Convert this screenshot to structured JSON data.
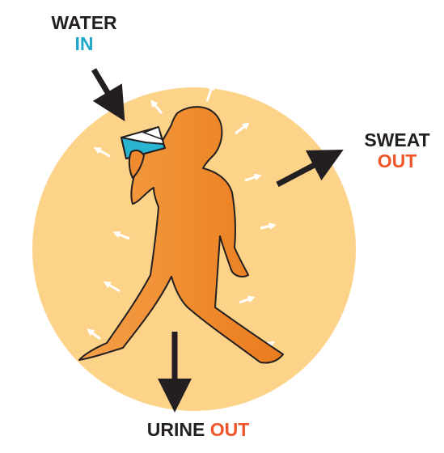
{
  "labels": {
    "water": {
      "word": "WATER",
      "direction": "IN"
    },
    "sweat": {
      "word": "SWEAT",
      "direction": "OUT"
    },
    "urine": {
      "word": "URINE",
      "direction": "OUT"
    }
  },
  "colors": {
    "circle_fill": "#fdd389",
    "body_fill": "#f08a2e",
    "body_outline": "#231f20",
    "glass_fill": "#29b5d2",
    "arrow_dark": "#231f20",
    "small_arrow": "#ffffff",
    "label_dark": "#231f20",
    "in_color": "#20a8c8",
    "out_color": "#f0552a"
  },
  "icons": {
    "person": "drinking-person-icon",
    "glass": "water-glass-icon",
    "heat_arrows": "heat-radiation-arrow-icon"
  }
}
